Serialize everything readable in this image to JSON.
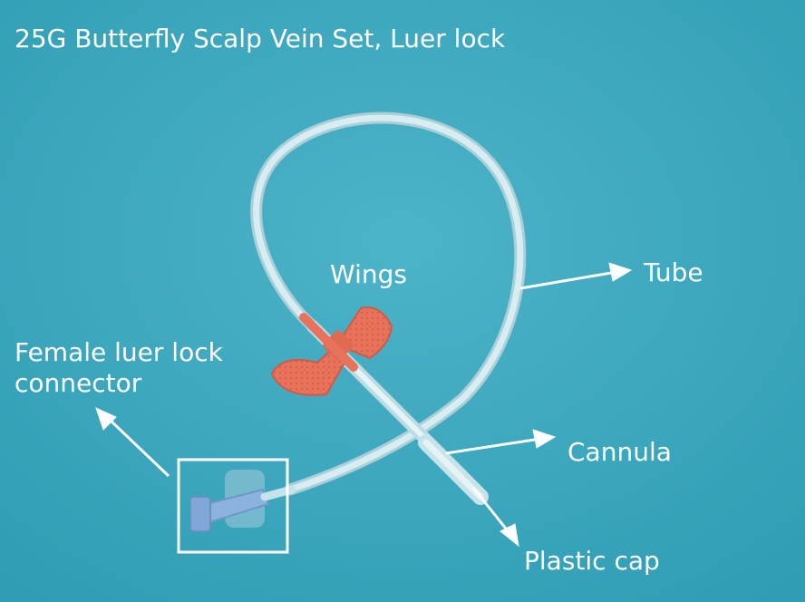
{
  "title": "25G Butterfly Scalp Vein Set, Luer lock",
  "labels": {
    "wings": "Wings",
    "tube": "Tube",
    "female_line1": "Female luer lock",
    "female_line2": "connector",
    "cannula": "Cannula",
    "plastic_cap": "Plastic cap"
  },
  "colors": {
    "background": "#3ea9c0",
    "tube": "#cfe6ec",
    "wings": "#e7705a",
    "connector": "#8fb6df",
    "annotation": "#ffffff"
  }
}
